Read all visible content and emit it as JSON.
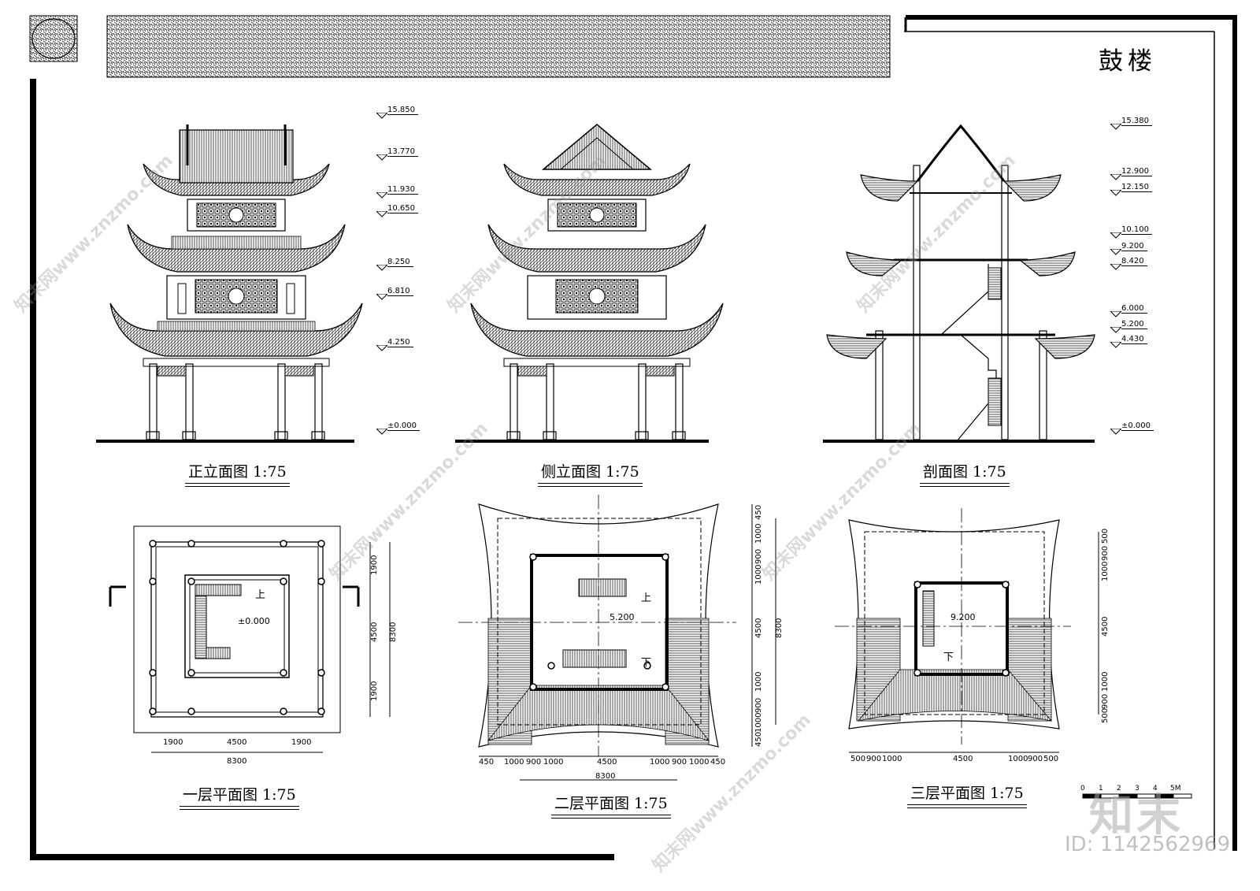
{
  "sheet": {
    "title": "鼓楼"
  },
  "drawings": {
    "front_elevation": {
      "caption": "正立面图 1:75"
    },
    "side_elevation": {
      "caption": "侧立面图 1:75"
    },
    "section": {
      "caption": "剖面图 1:75"
    },
    "plan_1": {
      "caption": "一层平面图 1:75"
    },
    "plan_2": {
      "caption": "二层平面图 1:75"
    },
    "plan_3": {
      "caption": "三层平面图 1:75"
    }
  },
  "elevation_marks": {
    "front": [
      "15.850",
      "13.770",
      "11.930",
      "10.650",
      "8.250",
      "6.810",
      "4.250",
      "±0.000"
    ],
    "section": [
      "15.380",
      "12.900",
      "12.150",
      "10.100",
      "9.200",
      "8.420",
      "6.000",
      "5.200",
      "4.430",
      "±0.000"
    ]
  },
  "plan_1": {
    "up": "上",
    "level": "±0.000",
    "dims_bottom": [
      "1900",
      "4500",
      "1900"
    ],
    "total_bottom": "8300",
    "dims_right": [
      "1900",
      "4500",
      "1900"
    ],
    "total_right": "8300"
  },
  "plan_2": {
    "up": "上",
    "down": "下",
    "level": "5.200",
    "dims_bottom": [
      "450",
      "1000",
      "900",
      "1000",
      "4500",
      "1000",
      "900",
      "1000",
      "450"
    ],
    "total_bottom": "8300",
    "dims_right": [
      "450",
      "1000",
      "900",
      "1000",
      "4500",
      "1000",
      "900",
      "1000",
      "450"
    ],
    "total_right": "8300"
  },
  "plan_3": {
    "down": "下",
    "level": "9.200",
    "dims_bottom": [
      "500",
      "900",
      "1000",
      "4500",
      "1000",
      "900",
      "500"
    ],
    "dims_right": [
      "500",
      "900",
      "1000",
      "4500",
      "1000",
      "900",
      "500"
    ]
  },
  "scale_bar": {
    "ticks": [
      "0",
      "1",
      "2",
      "3",
      "4",
      "5M"
    ]
  },
  "watermark": {
    "site": "知末网www.znzmo.com",
    "brand": "知末",
    "id": "ID: 1142562969"
  }
}
